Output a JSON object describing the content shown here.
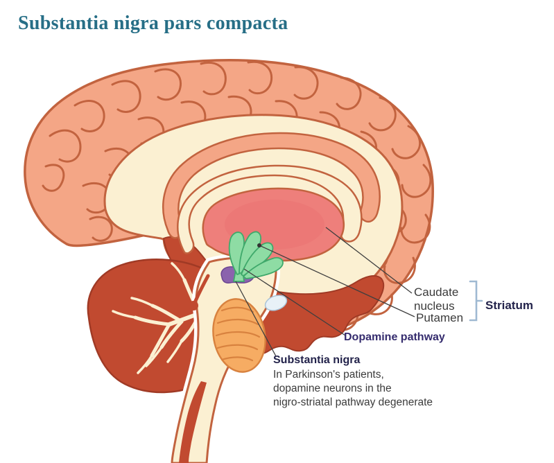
{
  "title": {
    "text": "Substantia nigra pars compacta",
    "color": "#266E86"
  },
  "labels": {
    "caudate_nucleus": "Caudate nucleus",
    "putamen": "Putamen",
    "striatum": "Striatum",
    "dopamine_pathway": "Dopamine pathway",
    "substantia_nigra": "Substantia nigra",
    "substantia_nigra_note": "In Parkinson's patients,\ndopamine neurons in the\nnigro-striatal pathway degenerate"
  },
  "colors": {
    "title_teal": "#266E86",
    "cortex_salmon": "#F4A686",
    "outline_brick": "#C2633F",
    "white_matter_cream": "#FBF0D2",
    "deep_red": "#C14A30",
    "thalamus_pink": "#EE7F7B",
    "pathway_green": "#8EDCA4",
    "pathway_green_outline": "#3FA96B",
    "substantia_nigra_purple": "#8B63AD",
    "pons_orange": "#F6AC63",
    "pons_line_orange": "#D8823F",
    "fourth_ventricle_blue": "#E8F1F7",
    "bracket_blue": "#9FB9D2",
    "leader_line_gray": "#3F3F3F",
    "label_dark": "#3B3B3B",
    "label_navy": "#23234B",
    "dopamine_label_indigo": "#352C6E"
  }
}
